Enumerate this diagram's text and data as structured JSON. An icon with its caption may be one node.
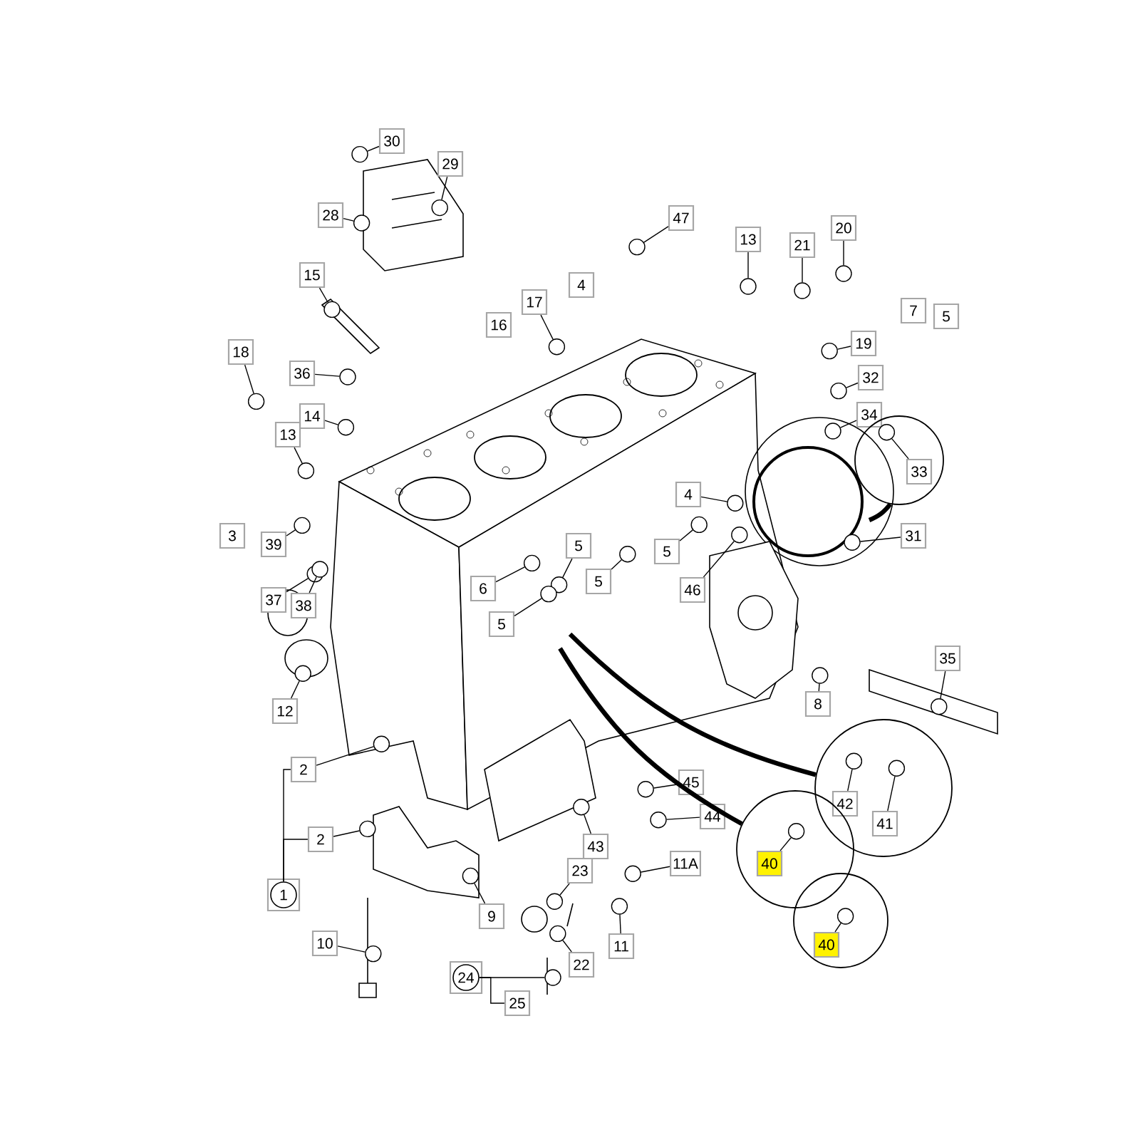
{
  "diagram": {
    "nodes": [
      {
        "text": [
          "30"
        ]
      },
      {
        "text": [
          "29"
        ]
      },
      {
        "text": [
          "28"
        ]
      },
      {
        "text": [
          "47"
        ]
      },
      {
        "text": [
          "13"
        ]
      },
      {
        "text": [
          "21"
        ]
      },
      {
        "text": [
          "20"
        ]
      },
      {
        "text": [
          "15"
        ]
      },
      {
        "text": [
          "17"
        ]
      },
      {
        "text": [
          "4"
        ]
      },
      {
        "text": [
          "16"
        ]
      },
      {
        "text": [
          "7"
        ]
      },
      {
        "text": [
          "5"
        ]
      },
      {
        "text": [
          "18"
        ]
      },
      {
        "text": [
          "36"
        ]
      },
      {
        "text": [
          "14"
        ]
      },
      {
        "text": [
          "19"
        ]
      },
      {
        "text": [
          "32"
        ]
      },
      {
        "text": [
          "34"
        ]
      },
      {
        "text": [
          "13"
        ]
      },
      {
        "text": [],
        "shape": "circle"
      },
      {
        "text": [
          "33"
        ],
        "in": 20
      },
      {
        "text": [
          "4"
        ]
      },
      {
        "text": [
          "3"
        ]
      },
      {
        "text": [
          "39"
        ]
      },
      {
        "text": [
          "5"
        ]
      },
      {
        "text": [
          "6"
        ]
      },
      {
        "text": [
          "5"
        ]
      },
      {
        "text": [
          "5"
        ]
      },
      {
        "text": [
          "31"
        ]
      },
      {
        "text": [
          "46"
        ]
      },
      {
        "text": [
          "37"
        ]
      },
      {
        "text": [
          "38"
        ]
      },
      {
        "text": [
          "5"
        ]
      },
      {
        "text": [
          "12"
        ]
      },
      {
        "text": [
          "35"
        ]
      },
      {
        "text": [
          "8"
        ]
      },
      {
        "text": [
          "2"
        ]
      },
      {
        "text": [],
        "shape": "circle"
      },
      {
        "text": [
          "42"
        ],
        "in": 38
      },
      {
        "text": [
          "41"
        ],
        "in": 38
      },
      {
        "text": [
          "45"
        ]
      },
      {
        "text": [
          "2"
        ]
      },
      {
        "text": [
          "44"
        ]
      },
      {
        "text": [
          "43"
        ]
      },
      {
        "text": [],
        "shape": "circle"
      },
      {
        "text": [
          "40"
        ],
        "in": 45
      },
      {
        "text": [
          "11A"
        ]
      },
      {
        "text": [
          "23"
        ]
      },
      {
        "text": [
          "1"
        ]
      },
      {
        "text": [
          "9"
        ]
      },
      {
        "text": [],
        "shape": "circle"
      },
      {
        "text": [
          "40"
        ],
        "in": 51
      },
      {
        "text": [
          "22"
        ]
      },
      {
        "text": [
          "11"
        ]
      },
      {
        "text": [
          "10"
        ]
      },
      {
        "text": [
          "24"
        ]
      },
      {
        "text": [
          "25"
        ]
      },
      {
        "text": [],
        "shape": "circle"
      },
      {
        "text": [],
        "shape": "circle"
      },
      {
        "text": [],
        "shape": "circle"
      },
      {
        "text": [],
        "shape": "circle"
      },
      {
        "text": [],
        "shape": "circle"
      },
      {
        "text": [],
        "shape": "circle"
      },
      {
        "text": [],
        "shape": "circle"
      },
      {
        "text": [],
        "shape": "circle"
      },
      {
        "text": [],
        "shape": "circle"
      },
      {
        "text": [],
        "shape": "circle"
      },
      {
        "text": [],
        "shape": "circle"
      },
      {
        "text": [],
        "shape": "circle"
      },
      {
        "text": [],
        "shape": "circle"
      },
      {
        "text": [],
        "shape": "circle"
      },
      {
        "text": [],
        "shape": "circle"
      },
      {
        "text": [],
        "shape": "circle"
      },
      {
        "text": [],
        "shape": "circle",
        "in": 20
      },
      {
        "text": [],
        "shape": "circle"
      },
      {
        "text": [],
        "shape": "circle"
      },
      {
        "text": [],
        "shape": "circle"
      },
      {
        "text": [],
        "shape": "circle"
      },
      {
        "text": [],
        "shape": "circle"
      },
      {
        "text": [],
        "shape": "circle"
      },
      {
        "text": [],
        "shape": "circle"
      },
      {
        "text": [],
        "shape": "circle"
      },
      {
        "text": [],
        "shape": "circle"
      },
      {
        "text": [],
        "shape": "circle"
      },
      {
        "text": [],
        "shape": "circle"
      },
      {
        "text": [],
        "shape": "circle"
      },
      {
        "text": [],
        "shape": "circle"
      },
      {
        "text": [],
        "shape": "circle"
      },
      {
        "text": [],
        "shape": "circle"
      },
      {
        "text": [],
        "shape": "circle"
      },
      {
        "text": [],
        "shape": "circle"
      },
      {
        "text": [],
        "shape": "circle"
      },
      {
        "text": [],
        "shape": "circle"
      },
      {
        "text": [],
        "shape": "circle",
        "in": 38
      },
      {
        "text": [],
        "shape": "circle",
        "in": 38
      },
      {
        "text": [],
        "shape": "circle",
        "in": 45
      },
      {
        "text": [],
        "shape": "circle"
      },
      {
        "text": [],
        "shape": "circle"
      },
      {
        "text": [],
        "shape": "circle"
      },
      {
        "text": [],
        "shape": "circle",
        "in": 51
      },
      {
        "text": [],
        "shape": "circle"
      },
      {
        "text": [],
        "shape": "circle"
      },
      {
        "text": [],
        "shape": "circle"
      },
      {
        "text": [],
        "shape": "circle"
      }
    ],
    "edges": [
      {
        "from": 0,
        "to": 58,
        "arrow": "none"
      },
      {
        "from": 1,
        "to": 59,
        "arrow": "none"
      },
      {
        "from": 2,
        "to": 60,
        "arrow": "none"
      },
      {
        "from": 3,
        "to": 61,
        "arrow": "none"
      },
      {
        "from": 4,
        "to": 62,
        "arrow": "none"
      },
      {
        "from": 5,
        "to": 63,
        "arrow": "none"
      },
      {
        "from": 6,
        "to": 64,
        "arrow": "none"
      },
      {
        "from": 7,
        "to": 65,
        "arrow": "none"
      },
      {
        "from": 8,
        "to": 66,
        "arrow": "none"
      },
      {
        "from": 13,
        "to": 67,
        "arrow": "none"
      },
      {
        "from": 14,
        "to": 68,
        "arrow": "none"
      },
      {
        "from": 15,
        "to": 69,
        "arrow": "none"
      },
      {
        "from": 16,
        "to": 70,
        "arrow": "none"
      },
      {
        "from": 17,
        "to": 71,
        "arrow": "none"
      },
      {
        "from": 18,
        "to": 72,
        "arrow": "none"
      },
      {
        "from": 19,
        "to": 73,
        "arrow": "none"
      },
      {
        "from": 21,
        "to": 74,
        "arrow": "none"
      },
      {
        "from": 22,
        "to": 75,
        "arrow": "none"
      },
      {
        "from": 24,
        "to": 76,
        "arrow": "none"
      },
      {
        "from": 25,
        "to": 77,
        "arrow": "none"
      },
      {
        "from": 26,
        "to": 78,
        "arrow": "none"
      },
      {
        "from": 27,
        "to": 79,
        "arrow": "none"
      },
      {
        "from": 28,
        "to": 80,
        "arrow": "none"
      },
      {
        "from": 29,
        "to": 81,
        "arrow": "none"
      },
      {
        "from": 30,
        "to": 82,
        "arrow": "none"
      },
      {
        "from": 31,
        "to": 83,
        "arrow": "none"
      },
      {
        "from": 32,
        "to": 84,
        "arrow": "none"
      },
      {
        "from": 33,
        "to": 85,
        "arrow": "none"
      },
      {
        "from": 34,
        "to": 86,
        "arrow": "none"
      },
      {
        "from": 35,
        "to": 87,
        "arrow": "none"
      },
      {
        "from": 36,
        "to": 88,
        "arrow": "none"
      },
      {
        "from": 37,
        "to": 89,
        "arrow": "none"
      },
      {
        "from": 42,
        "to": 90,
        "arrow": "none"
      },
      {
        "from": 41,
        "to": 91,
        "arrow": "none"
      },
      {
        "from": 43,
        "to": 92,
        "arrow": "none"
      },
      {
        "from": 44,
        "to": 93,
        "arrow": "none"
      },
      {
        "from": 39,
        "to": 94,
        "arrow": "none"
      },
      {
        "from": 40,
        "to": 95,
        "arrow": "none"
      },
      {
        "from": 46,
        "to": 96,
        "arrow": "none"
      },
      {
        "from": 47,
        "to": 97,
        "arrow": "none"
      },
      {
        "from": 48,
        "to": 98,
        "arrow": "none"
      },
      {
        "from": 50,
        "to": 99,
        "arrow": "none"
      },
      {
        "from": 52,
        "to": 100,
        "arrow": "none"
      },
      {
        "from": 53,
        "to": 101,
        "arrow": "none"
      },
      {
        "from": 54,
        "to": 102,
        "arrow": "none"
      },
      {
        "from": 55,
        "to": 103,
        "arrow": "none"
      },
      {
        "from": 49,
        "to": 37,
        "arrow": "none"
      },
      {
        "from": 49,
        "to": 42,
        "arrow": "none"
      },
      {
        "from": 56,
        "to": 57,
        "arrow": "none"
      },
      {
        "from": 56,
        "to": 104,
        "arrow": "none"
      },
      {
        "from": null,
        "to": 20,
        "arrow": "none",
        "style": "thick"
      },
      {
        "from": null,
        "to": 38,
        "arrow": "none",
        "style": "thick"
      },
      {
        "from": null,
        "to": 45,
        "arrow": "none",
        "style": "thick"
      }
    ]
  }
}
